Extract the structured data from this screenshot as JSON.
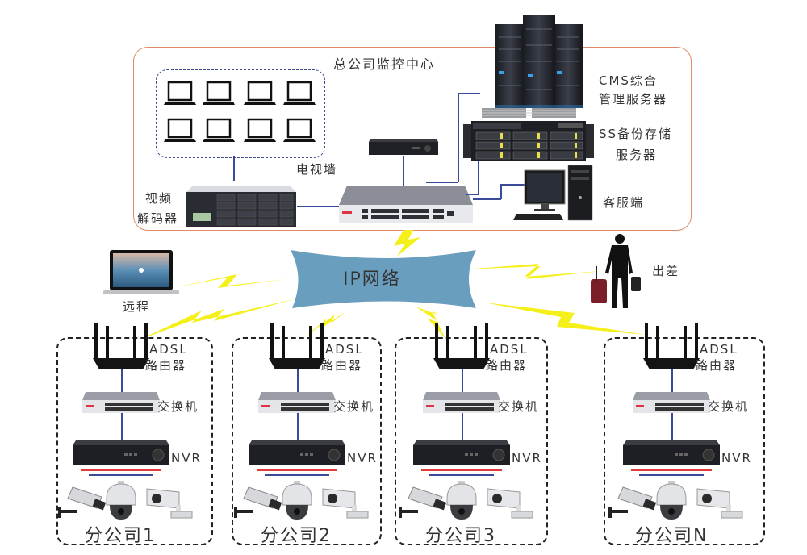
{
  "headquarters": {
    "title": "总公司监控中心",
    "tv_wall_label": "电视墙",
    "decoder_label_line1": "视频",
    "decoder_label_line2": "解码器",
    "cms_label_line1": "CMS综合",
    "cms_label_line2": "管理服务器",
    "storage_label_line1": "SS备份存储",
    "storage_label_line2": "服务器",
    "client_label": "客服端"
  },
  "network": {
    "label": "IP网络",
    "cloud_color": "#6a9ebf",
    "lightning_color": "#f5ef1a"
  },
  "remote": {
    "remote_label": "远程",
    "travel_label": "出差"
  },
  "branches": [
    {
      "title": "分公司1",
      "router_label_line1": "ADSL",
      "router_label_line2": "路由器",
      "switch_label": "交换机",
      "nvr_label": "NVR"
    },
    {
      "title": "分公司2",
      "router_label_line1": "ADSL",
      "router_label_line2": "路由器",
      "switch_label": "交换机",
      "nvr_label": "NVR"
    },
    {
      "title": "分公司3",
      "router_label_line1": "ADSL",
      "router_label_line2": "路由器",
      "switch_label": "交换机",
      "nvr_label": "NVR"
    },
    {
      "title": "分公司N",
      "router_label_line1": "ADSL",
      "router_label_line2": "路由器",
      "switch_label": "交换机",
      "nvr_label": "NVR"
    }
  ],
  "colors": {
    "hq_border": "#e08a6a",
    "wire_blue": "#3b4a9a",
    "wire_red": "#e23b3b"
  }
}
